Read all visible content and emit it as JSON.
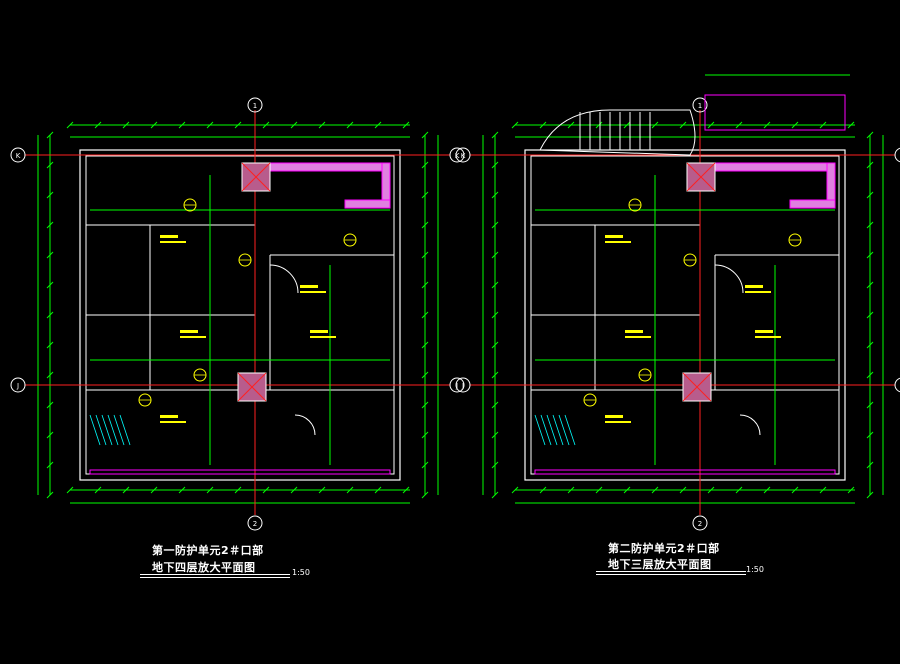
{
  "colors": {
    "background": "#000000",
    "wall_white": "#ffffff",
    "dimension_green": "#00ff00",
    "axis_red": "#ff2020",
    "column_magenta": "#ff00ff",
    "fill_pink": "#e080e0",
    "text_yellow": "#ffff00",
    "axis_cyan": "#00ffff"
  },
  "plans": [
    {
      "title_line1": "第一防护单元2＃口部",
      "title_line2": "地下四层放大平面图",
      "scale": "1:50",
      "grid_axes": [
        "K",
        "J",
        "1",
        "2"
      ]
    },
    {
      "title_line1": "第二防护单元2＃口部",
      "title_line2": "地下三层放大平面图",
      "scale": "1:50",
      "grid_axes": [
        "K",
        "J",
        "1",
        "2"
      ]
    }
  ]
}
